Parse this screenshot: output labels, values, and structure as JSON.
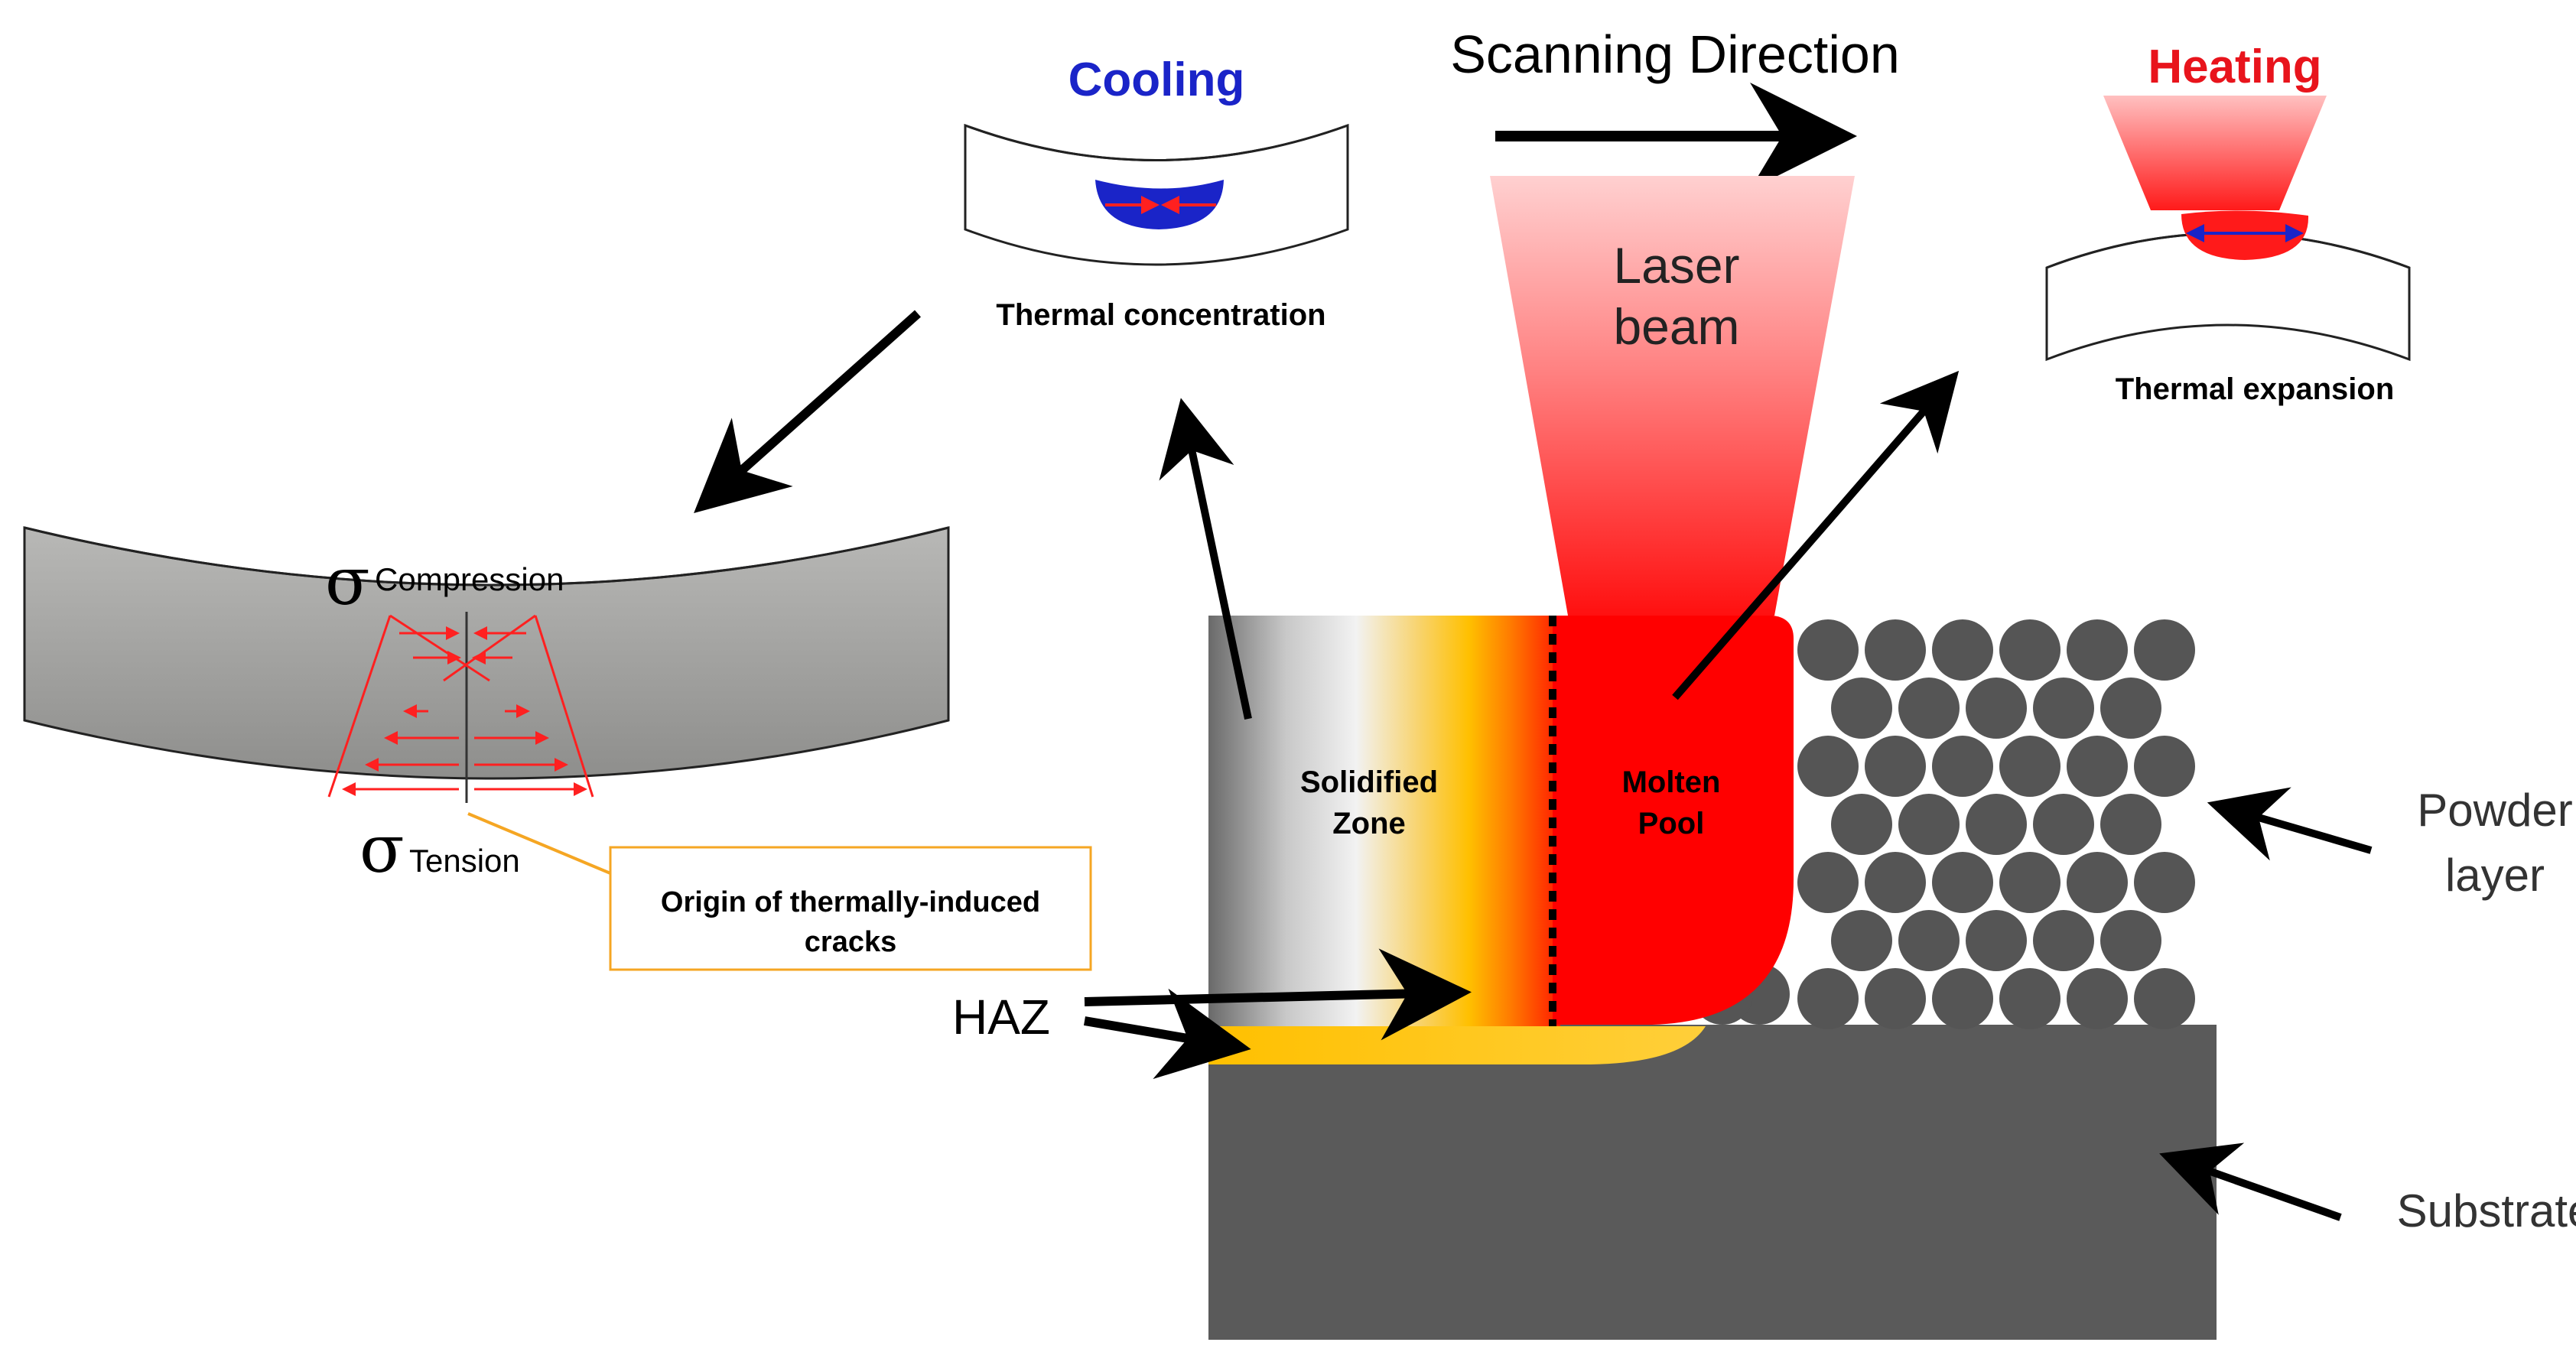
{
  "labels": {
    "cooling": "Cooling",
    "heating": "Heating",
    "scanning_direction": "Scanning Direction",
    "laser_line1": "Laser",
    "laser_line2": "beam",
    "thermal_concentration": "Thermal concentration",
    "thermal_expansion": "Thermal expansion",
    "sigma_symbol": "σ",
    "compression_sub": "Compression",
    "tension_sub": "Tension",
    "crack_origin_line1": "Origin of thermally-induced",
    "crack_origin_line2": "cracks",
    "solidified_line1": "Solidified",
    "solidified_line2": "Zone",
    "molten_line1": "Molten",
    "molten_line2": "Pool",
    "haz": "HAZ",
    "powder_line1": "Powder",
    "powder_line2": "layer",
    "substrate": "Substrate"
  },
  "colors": {
    "cooling_text": "#1a24c8",
    "heating_text": "#e8141c",
    "molten": "#ff0000",
    "haz": "#ffc000",
    "powder": "#555555",
    "substrate": "#5a5a5a",
    "disk_gray": "#a8a8a6",
    "stress_lines": "#ff2020",
    "callout_border": "#f5a623"
  }
}
